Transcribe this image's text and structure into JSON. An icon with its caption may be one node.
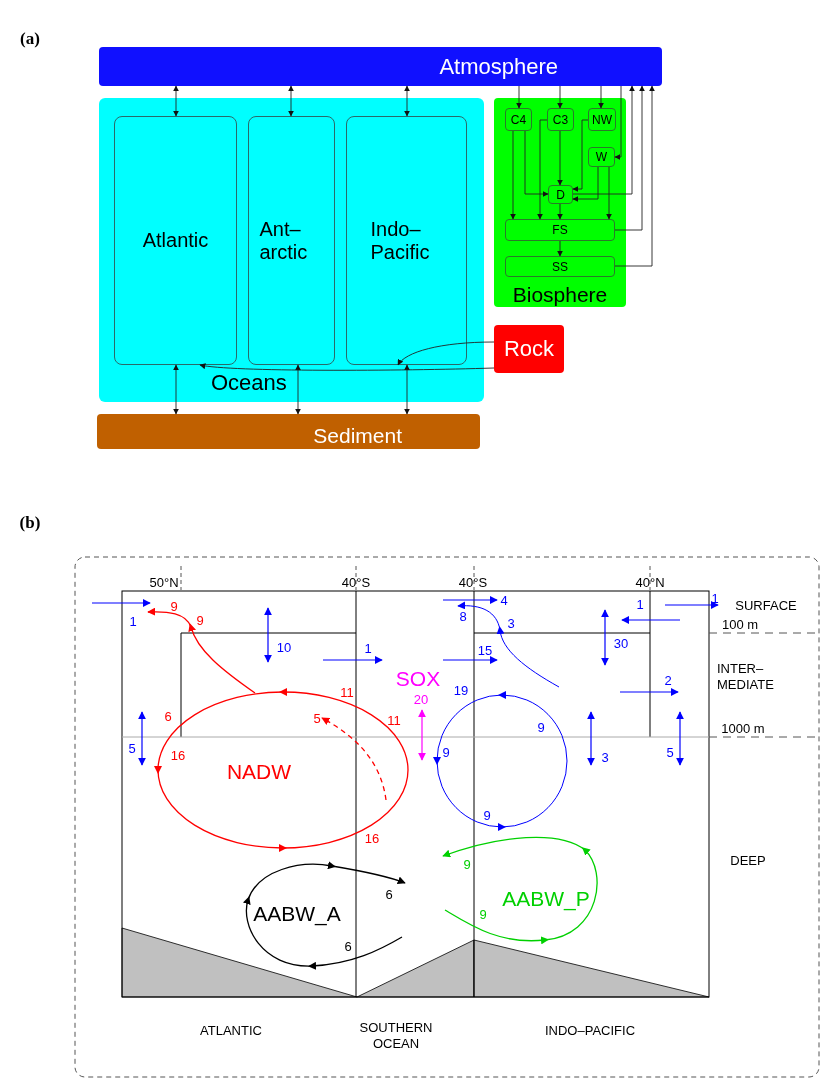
{
  "diagram": {
    "nodes": [
      {
        "text": [
          "Atmosphere"
        ]
      },
      {
        "text": [
          "Oceans"
        ]
      },
      {
        "text": [
          "Atlantic"
        ],
        "in": 1
      },
      {
        "text": [
          "Ant– arctic"
        ],
        "in": 1
      },
      {
        "text": [
          "Indo– Pacific"
        ],
        "in": 1
      },
      {
        "text": [
          "Biosphere"
        ]
      },
      {
        "text": [
          "C4"
        ],
        "in": 5
      },
      {
        "text": [
          "C3"
        ],
        "in": 5
      },
      {
        "text": [
          "NW"
        ],
        "in": 5
      },
      {
        "text": [
          "W"
        ],
        "in": 5
      },
      {
        "text": [
          "D"
        ],
        "in": 5
      },
      {
        "text": [
          "FS"
        ],
        "in": 5
      },
      {
        "text": [
          "SS"
        ],
        "in": 5
      },
      {
        "text": [
          "Rock"
        ]
      },
      {
        "text": [
          "Sediment"
        ]
      }
    ],
    "edges": [
      {
        "from": 0,
        "to": 2,
        "arrow": "both"
      },
      {
        "from": 0,
        "to": 3,
        "arrow": "both"
      },
      {
        "from": 0,
        "to": 4,
        "arrow": "both"
      },
      {
        "from": 2,
        "to": 14,
        "arrow": "both"
      },
      {
        "from": 3,
        "to": 14,
        "arrow": "both"
      },
      {
        "from": 4,
        "to": 14,
        "arrow": "both"
      },
      {
        "from": 13,
        "to": 2,
        "arrow": "to"
      },
      {
        "from": 13,
        "to": 4,
        "arrow": "to"
      },
      {
        "from": 0,
        "to": 6,
        "arrow": "to"
      },
      {
        "from": 0,
        "to": 7,
        "arrow": "to"
      },
      {
        "from": 0,
        "to": 8,
        "arrow": "to"
      },
      {
        "from": 0,
        "to": 9,
        "arrow": "to"
      },
      {
        "from": 6,
        "to": 10,
        "arrow": "to"
      },
      {
        "from": 6,
        "to": 11,
        "arrow": "to"
      },
      {
        "from": 7,
        "to": 10,
        "arrow": "to"
      },
      {
        "from": 7,
        "to": 11,
        "arrow": "to"
      },
      {
        "from": 8,
        "to": 10,
        "arrow": "to"
      },
      {
        "from": 9,
        "to": 10,
        "arrow": "to"
      },
      {
        "from": 9,
        "to": 11,
        "arrow": "to"
      },
      {
        "from": 10,
        "to": 11,
        "arrow": "to"
      },
      {
        "from": 10,
        "to": 0,
        "arrow": "to"
      },
      {
        "from": 11,
        "to": 0,
        "arrow": "to"
      },
      {
        "from": 12,
        "to": 0,
        "arrow": "to"
      },
      {
        "from": 11,
        "to": 12,
        "arrow": "to"
      }
    ],
    "labels": [
      "(a)",
      "(b)",
      "50°N",
      "40°S",
      "40°S",
      "40°N",
      "9",
      "4",
      "1",
      "SURFACE",
      "1",
      "9",
      "8",
      "3",
      "1",
      "100 m",
      "10",
      "1",
      "15",
      "30",
      "SOX",
      "INTER– MEDIATE",
      "2",
      "11",
      "20",
      "19",
      "6",
      "5",
      "11",
      "9",
      "1000 m",
      "5",
      "16",
      "9",
      "3",
      "5",
      "NADW",
      "9",
      "16",
      "DEEP",
      "9",
      "6",
      "AABW_P",
      "AABW_A",
      "9",
      "6",
      "ATLANTIC",
      "SOUTHERN OCEAN",
      "INDO–PACIFIC"
    ]
  }
}
